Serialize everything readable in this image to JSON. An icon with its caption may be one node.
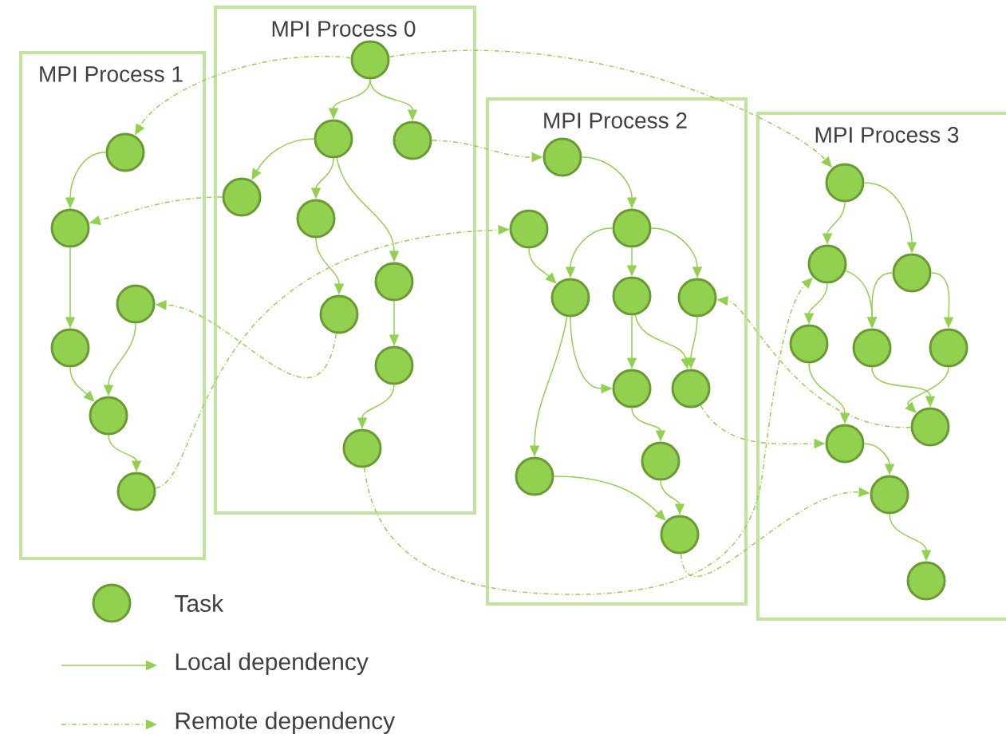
{
  "diagram": {
    "nodes": [
      {
        "text": [
          "MPI Process 1"
        ]
      },
      {
        "text": [],
        "shape": "circle",
        "in": 0
      },
      {
        "text": [],
        "shape": "circle",
        "in": 0
      },
      {
        "text": [],
        "shape": "circle",
        "in": 0
      },
      {
        "text": [],
        "shape": "circle",
        "in": 0
      },
      {
        "text": [],
        "shape": "circle",
        "in": 0
      },
      {
        "text": [],
        "shape": "circle",
        "in": 0
      },
      {
        "text": [
          "MPI Process 0"
        ]
      },
      {
        "text": [],
        "shape": "circle",
        "in": 7
      },
      {
        "text": [],
        "shape": "circle",
        "in": 7
      },
      {
        "text": [],
        "shape": "circle",
        "in": 7
      },
      {
        "text": [],
        "shape": "circle",
        "in": 7
      },
      {
        "text": [],
        "shape": "circle",
        "in": 7
      },
      {
        "text": [],
        "shape": "circle",
        "in": 7
      },
      {
        "text": [],
        "shape": "circle",
        "in": 7
      },
      {
        "text": [],
        "shape": "circle",
        "in": 7
      },
      {
        "text": [],
        "shape": "circle",
        "in": 7
      },
      {
        "text": [
          "MPI Process 2"
        ]
      },
      {
        "text": [],
        "shape": "circle",
        "in": 17
      },
      {
        "text": [],
        "shape": "circle",
        "in": 17
      },
      {
        "text": [],
        "shape": "circle",
        "in": 17
      },
      {
        "text": [],
        "shape": "circle",
        "in": 17
      },
      {
        "text": [],
        "shape": "circle",
        "in": 17
      },
      {
        "text": [],
        "shape": "circle",
        "in": 17
      },
      {
        "text": [],
        "shape": "circle",
        "in": 17
      },
      {
        "text": [],
        "shape": "circle",
        "in": 17
      },
      {
        "text": [],
        "shape": "circle",
        "in": 17
      },
      {
        "text": [],
        "shape": "circle",
        "in": 17
      },
      {
        "text": [],
        "shape": "circle",
        "in": 17
      },
      {
        "text": [
          "MPI Process 3"
        ]
      },
      {
        "text": [],
        "shape": "circle",
        "in": 29
      },
      {
        "text": [],
        "shape": "circle",
        "in": 29
      },
      {
        "text": [],
        "shape": "circle",
        "in": 29
      },
      {
        "text": [],
        "shape": "circle",
        "in": 29
      },
      {
        "text": [],
        "shape": "circle",
        "in": 29
      },
      {
        "text": [],
        "shape": "circle",
        "in": 29
      },
      {
        "text": [],
        "shape": "circle",
        "in": 29
      },
      {
        "text": [],
        "shape": "circle",
        "in": 29
      },
      {
        "text": [],
        "shape": "circle",
        "in": 29
      },
      {
        "text": [],
        "shape": "circle",
        "in": 29
      }
    ],
    "edges": [
      {
        "from": 1,
        "to": 2,
        "arrow": "to"
      },
      {
        "from": 2,
        "to": 4,
        "arrow": "to"
      },
      {
        "from": 4,
        "to": 5,
        "arrow": "to"
      },
      {
        "from": 3,
        "to": 5,
        "arrow": "to"
      },
      {
        "from": 5,
        "to": 6,
        "arrow": "to"
      },
      {
        "from": 8,
        "to": 9,
        "arrow": "to"
      },
      {
        "from": 8,
        "to": 10,
        "arrow": "to"
      },
      {
        "from": 9,
        "to": 11,
        "arrow": "to"
      },
      {
        "from": 9,
        "to": 12,
        "arrow": "to"
      },
      {
        "from": 9,
        "to": 13,
        "arrow": "to"
      },
      {
        "from": 12,
        "to": 14,
        "arrow": "to"
      },
      {
        "from": 13,
        "to": 15,
        "arrow": "to"
      },
      {
        "from": 15,
        "to": 16,
        "arrow": "to"
      },
      {
        "from": 18,
        "to": 20,
        "arrow": "to"
      },
      {
        "from": 20,
        "to": 21,
        "arrow": "to"
      },
      {
        "from": 20,
        "to": 22,
        "arrow": "to"
      },
      {
        "from": 20,
        "to": 23,
        "arrow": "to"
      },
      {
        "from": 19,
        "to": 21,
        "arrow": "to"
      },
      {
        "from": 21,
        "to": 27,
        "arrow": "to"
      },
      {
        "from": 21,
        "to": 24,
        "arrow": "to"
      },
      {
        "from": 22,
        "to": 24,
        "arrow": "to"
      },
      {
        "from": 22,
        "to": 25,
        "arrow": "to"
      },
      {
        "from": 23,
        "to": 25,
        "arrow": "to"
      },
      {
        "from": 24,
        "to": 26,
        "arrow": "to"
      },
      {
        "from": 26,
        "to": 28,
        "arrow": "to"
      },
      {
        "from": 27,
        "to": 28,
        "arrow": "to"
      },
      {
        "from": 30,
        "to": 31,
        "arrow": "to"
      },
      {
        "from": 30,
        "to": 32,
        "arrow": "to"
      },
      {
        "from": 31,
        "to": 33,
        "arrow": "to"
      },
      {
        "from": 31,
        "to": 34,
        "arrow": "to"
      },
      {
        "from": 32,
        "to": 34,
        "arrow": "to"
      },
      {
        "from": 32,
        "to": 35,
        "arrow": "to"
      },
      {
        "from": 34,
        "to": 36,
        "arrow": "to"
      },
      {
        "from": 35,
        "to": 36,
        "arrow": "to"
      },
      {
        "from": 33,
        "to": 37,
        "arrow": "to"
      },
      {
        "from": 37,
        "to": 38,
        "arrow": "to"
      },
      {
        "from": 38,
        "to": 39,
        "arrow": "to"
      },
      {
        "from": 8,
        "to": 1,
        "arrow": "to",
        "style": "dashed"
      },
      {
        "from": 8,
        "to": 30,
        "arrow": "to",
        "style": "dashed"
      },
      {
        "from": 10,
        "to": 18,
        "arrow": "to",
        "style": "dashed"
      },
      {
        "from": 11,
        "to": 2,
        "arrow": "to",
        "style": "dashed"
      },
      {
        "from": 14,
        "to": 3,
        "arrow": "to",
        "style": "dashed"
      },
      {
        "from": 6,
        "to": 19,
        "arrow": "to",
        "style": "dashed"
      },
      {
        "from": 16,
        "to": 31,
        "arrow": "to",
        "style": "dashed"
      },
      {
        "from": 28,
        "to": 38,
        "arrow": "to",
        "style": "dashed"
      },
      {
        "from": 25,
        "to": 37,
        "arrow": "to",
        "style": "dashed"
      },
      {
        "from": 36,
        "to": 23,
        "arrow": "to",
        "style": "dashed"
      }
    ],
    "legend": [
      {
        "text": "Task"
      },
      {
        "text": "Local dependency"
      },
      {
        "text": "Remote dependency"
      }
    ]
  }
}
